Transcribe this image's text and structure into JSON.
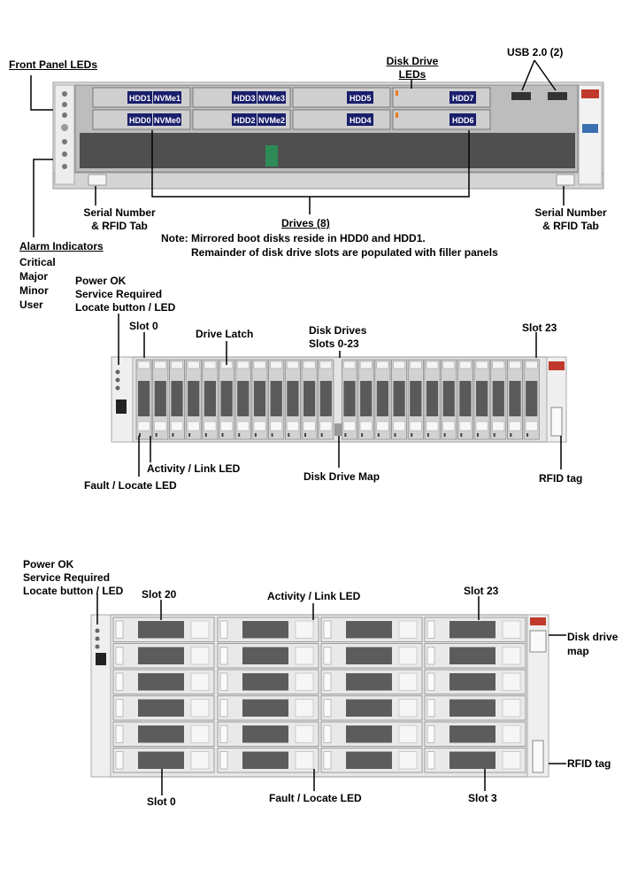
{
  "server": {
    "front_panel_leds": "Front Panel LEDs",
    "disk_drive_leds_line1": "Disk Drive",
    "disk_drive_leds_line2": "LEDs",
    "usb": "USB 2.0 (2)",
    "serial_left_line1": "Serial Number",
    "serial_left_line2": "& RFID Tab",
    "serial_right_line1": "Serial Number",
    "serial_right_line2": "& RFID Tab",
    "drives": "Drives (8)",
    "note_line1": "Note: Mirrored boot disks reside in HDD0 and HDD1.",
    "note_line2": "Remainder of disk drive slots are populated with filler panels",
    "alarm_title": "Alarm Indicators",
    "alarm_items": [
      "Critical",
      "Major",
      "Minor",
      "User"
    ],
    "drive_labels": {
      "hdd1": "HDD1",
      "nvme1": "NVMe1",
      "hdd3": "HDD3",
      "nvme3": "NVMe3",
      "hdd5": "HDD5",
      "hdd7": "HDD7",
      "hdd0": "HDD0",
      "nvme0": "NVMe0",
      "hdd2": "HDD2",
      "nvme2": "NVMe2",
      "hdd4": "HDD4",
      "hdd6": "HDD6"
    }
  },
  "shelf24": {
    "power_ok": "Power OK",
    "service_required": "Service Required",
    "locate": "Locate button / LED",
    "slot0": "Slot 0",
    "drive_latch": "Drive Latch",
    "disk_drives_line1": "Disk Drives",
    "disk_drives_line2": "Slots 0-23",
    "slot23": "Slot 23",
    "activity": "Activity / Link LED",
    "fault": "Fault / Locate LED",
    "disk_map": "Disk Drive Map",
    "rfid": "RFID tag"
  },
  "shelf4u": {
    "power_ok": "Power OK",
    "service_required": "Service Required",
    "locate": "Locate button / LED",
    "slot20": "Slot 20",
    "activity": "Activity / Link LED",
    "slot23": "Slot 23",
    "disk_map_line1": "Disk drive",
    "disk_map_line2": "map",
    "rfid": "RFID tag",
    "slot0": "Slot 0",
    "fault": "Fault / Locate LED",
    "slot3": "Slot 3"
  },
  "colors": {
    "chassis": "#d9d9d9",
    "vent": "#555555",
    "drive_label_bg": "#1a1f6b",
    "drive_label_text": "#ffffff",
    "oracle_red": "#c0392b",
    "leader": "#000000"
  }
}
